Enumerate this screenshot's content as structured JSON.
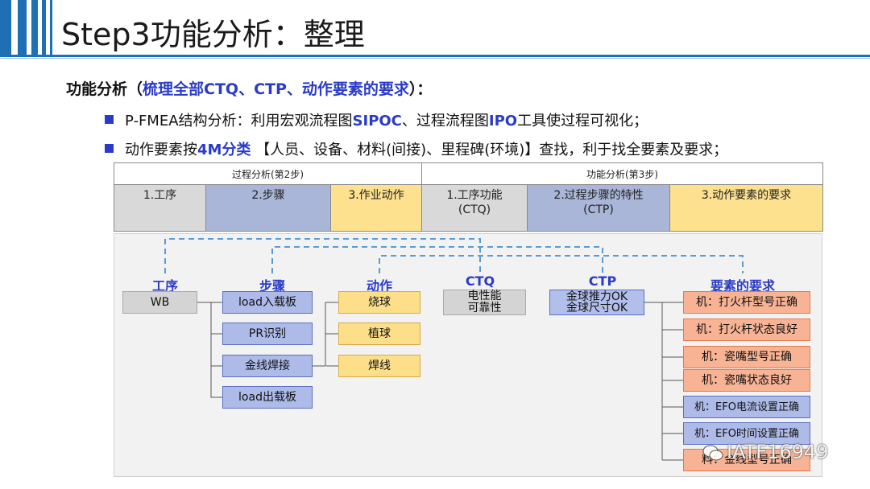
{
  "title": "Step3功能分析：整理",
  "heading": {
    "prefix": "功能分析（",
    "highlight": "梳理全部CTQ、CTP、动作要素的要求",
    "suffix": "）："
  },
  "bullets": [
    {
      "p1": "P-FMEA结构分析：利用宏观流程图",
      "e1": "SIPOC",
      "p2": "、过程流程图",
      "e2": "IPO",
      "p3": "工具使过程可视化；"
    },
    {
      "p1": "动作要素按",
      "e1": "4M分类",
      "p2": " 【人员、设备、材料(间接)、里程碑(环境)】查找，利于找全要素及要求；"
    }
  ],
  "table": {
    "group_left": "过程分析(第2步)",
    "group_right": "功能分析(第3步)",
    "cols": [
      {
        "l1": "1.工序",
        "l2": "",
        "color": "#d9d9d9"
      },
      {
        "l1": "2.步骤",
        "l2": "",
        "color": "#aab6d8"
      },
      {
        "l1": "3.作业动作",
        "l2": "",
        "color": "#fde18f"
      },
      {
        "l1": "1.工序功能",
        "l2": "(CTQ)",
        "color": "#d9d9d9"
      },
      {
        "l1": "2.过程步骤的特性",
        "l2": "(CTP)",
        "color": "#aab6d8"
      },
      {
        "l1": "3.动作要素的要求",
        "l2": "",
        "color": "#fde18f"
      }
    ]
  },
  "diagram": {
    "labels": {
      "process": "工序",
      "steps": "步骤",
      "actions": "动作",
      "ctq": "CTQ",
      "ctp": "CTP",
      "requirements": "要素的要求"
    },
    "process_box": "WB",
    "steps": [
      "load入载板",
      "PR识别",
      "金线焊接",
      "load出载板"
    ],
    "actions": [
      "烧球",
      "植球",
      "焊线"
    ],
    "ctq": {
      "l1": "电性能",
      "l2": "可靠性"
    },
    "ctp": {
      "l1": "金球推力OK",
      "l2": "金球尺寸OK"
    },
    "requirements": [
      "机：打火杆型号正确",
      "机：打火杆状态良好",
      "机：瓷嘴型号正确",
      "机：瓷嘴状态良好",
      "机：EFO电流设置正确",
      "机：EFO时间设置正确",
      "料：金线型号正确"
    ]
  },
  "watermark": "IATF16949",
  "colors": {
    "accent": "#1f6fb5",
    "highlight": "#2a3bc8",
    "connector": "#5b9bd5"
  }
}
